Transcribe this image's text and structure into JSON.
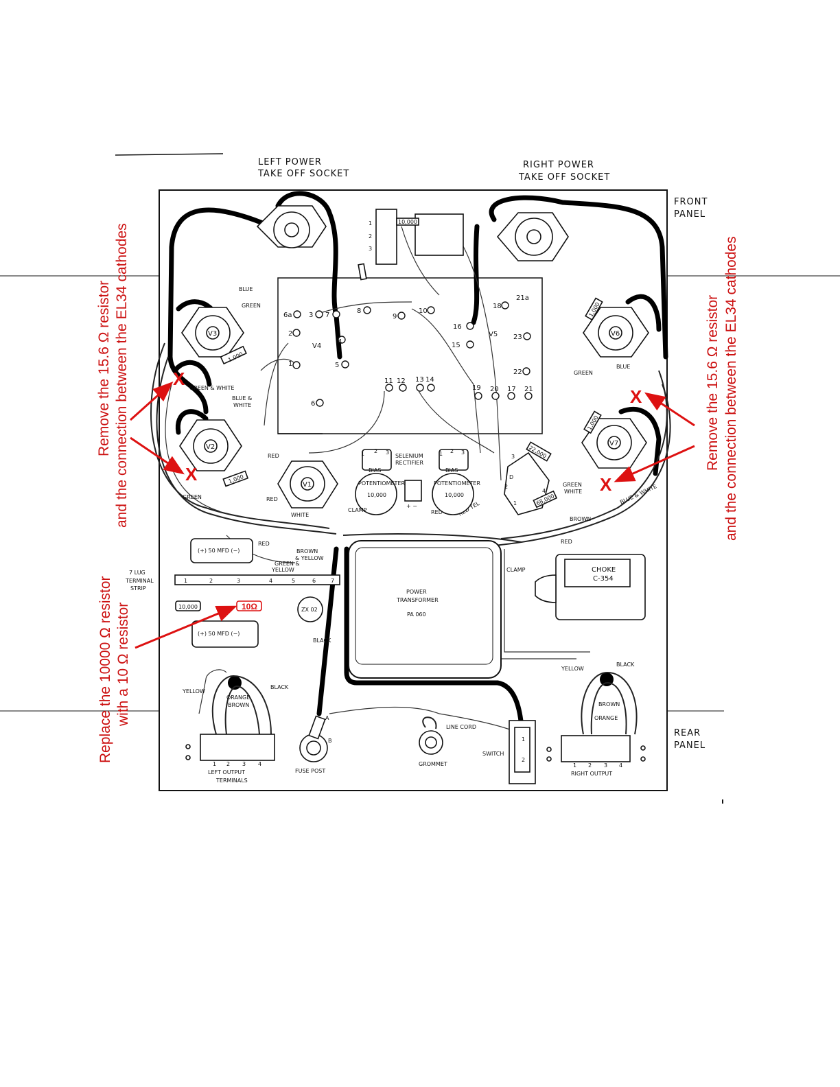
{
  "colors": {
    "annotation": "#cc1111",
    "ink": "#111111",
    "paper": "#ffffff"
  },
  "header": {
    "left_socket": [
      "LEFT POWER",
      "TAKE OFF SOCKET"
    ],
    "right_socket": [
      "RIGHT POWER",
      "TAKE OFF SOCKET"
    ],
    "front_panel": [
      "FRONT",
      "PANEL"
    ],
    "rear_panel": [
      "REAR",
      "PANEL"
    ]
  },
  "tubes": {
    "v1": "V1",
    "v2": "V2",
    "v3": "V3",
    "v4": "V4",
    "v5": "V5",
    "v6": "V6",
    "v7": "V7"
  },
  "terminals": {
    "left": [
      "6a",
      "3",
      "7",
      "2",
      "1",
      "6",
      "4",
      "5",
      "8"
    ],
    "center": [
      "9",
      "10",
      "11",
      "12",
      "13",
      "14",
      "16",
      "15"
    ],
    "right": [
      "18",
      "21a",
      "23",
      "22",
      "19",
      "20",
      "17",
      "21"
    ]
  },
  "wire_labels": {
    "blue": "BLUE",
    "green": "GREEN",
    "green_white": "GREEN & WHITE",
    "blue_white_1": "BLUE &",
    "blue_white_2": "WHITE",
    "red": "RED",
    "white": "WHITE",
    "green_left": "GREEN",
    "green_right": "GREEN",
    "blue_right": "BLUE",
    "green_white_r1": "GREEN",
    "green_white_r2": "WHITE",
    "blue_white_r": "BLUE & WHITE",
    "brown": "BROWN",
    "red_right": "RED",
    "red_left2": "RED",
    "brown_yellow_1": "BROWN",
    "brown_yellow_2": "& YELLOW",
    "green_yellow_1": "GREEN &",
    "green_yellow_2": "YELLOW",
    "black_bottom": "BLACK",
    "red_blk": "RED BLK",
    "red_yel": "RED YEL"
  },
  "components": {
    "selenium_1": "SELENIUM",
    "selenium_2": "RECTIFIER",
    "bias_left": "BIAS",
    "bias_right": "BIAS",
    "pot_left_1": "POTENTIOMETER",
    "pot_left_2": "10,000",
    "pot_right_1": "POTENTIOMETER",
    "pot_right_2": "10,000",
    "clamp_center": "CLAMP",
    "clamp_right": "CLAMP",
    "res_22000": "22,000",
    "res_1000_v3": "1,000",
    "res_1000_v2": "1,000",
    "res_1000_v6": "1,000",
    "res_1000_v7": "1,000",
    "res_68000": "68,000",
    "res_10000_top": "10,000",
    "cap_top": "(+) 50 MFD (−)",
    "cap_bottom": "(+) 50 MFD (−)",
    "terminal_strip_1": "7 LUG",
    "terminal_strip_2": "TERMINAL",
    "terminal_strip_3": "STRIP",
    "strip_nums": [
      "1",
      "2",
      "3",
      "4",
      "5",
      "6",
      "7"
    ],
    "res_10000_strip": "10,000",
    "res_10ohm": "10Ω",
    "zx02": "ZX 02",
    "power_xfmr_1": "POWER",
    "power_xfmr_2": "TRANSFORMER",
    "power_xfmr_3": "PA 060",
    "choke_1": "CHOKE",
    "choke_2": "C-354",
    "switch_pins": [
      "1",
      "2"
    ],
    "selector_pins": [
      "1",
      "2",
      "3",
      "4"
    ],
    "sel_d": "D",
    "bias_pins_left": [
      "1",
      "2",
      "3"
    ],
    "bias_pins_right": [
      "1",
      "2",
      "3"
    ],
    "rect_pm": "+  −",
    "socket_pins": [
      "1",
      "2",
      "3"
    ]
  },
  "bottom": {
    "yellow_left": "YELLOW",
    "black_left": "BLACK",
    "orange": "ORANGE",
    "brown": "BROWN",
    "left_terminal_nums": [
      "1",
      "2",
      "3",
      "4"
    ],
    "left_output_1": "LEFT OUTPUT",
    "left_output_2": "TERMINALS",
    "fuse_post": "FUSE POST",
    "fuse_a": "A",
    "fuse_b": "B",
    "line_cord": "LINE CORD",
    "grommet": "GROMMET",
    "switch": "SWITCH",
    "yellow_right": "YELLOW",
    "black_right": "BLACK",
    "brown_right": "BROWN",
    "orange_right": "ORANGE",
    "right_terminal_nums": [
      "1",
      "2",
      "3",
      "4"
    ],
    "right_output": "RIGHT OUTPUT"
  },
  "annotations": {
    "left_remove_1": "Remove the 15.6 Ω resistor",
    "left_remove_2": "and the connection between the EL34 cathodes",
    "right_remove_1": "Remove the 15.6 Ω resistor",
    "right_remove_2": "and the connection between the EL34 cathodes",
    "replace_1": "Replace the 10000 Ω resistor",
    "replace_2": "with a 10 Ω resistor",
    "x": "X"
  }
}
